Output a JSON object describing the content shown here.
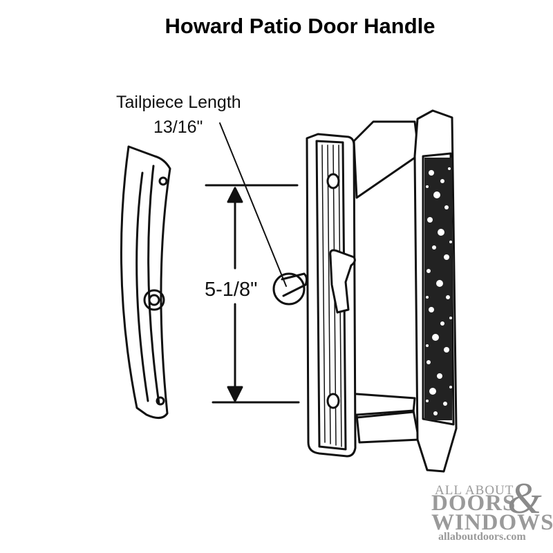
{
  "diagram": {
    "title": "Howard Patio Door Handle",
    "tailpiece_label": "Tailpiece Length",
    "tailpiece_value": "13/16\"",
    "height_label": "5-1/8\""
  },
  "watermark": {
    "line1": "ALL ABOUT",
    "line2": "DOORS",
    "amp": "&",
    "line3": "WINDOWS",
    "url": "allaboutdoors.com"
  },
  "colors": {
    "ink": "#111111",
    "watermark": "#9a9a9a"
  }
}
